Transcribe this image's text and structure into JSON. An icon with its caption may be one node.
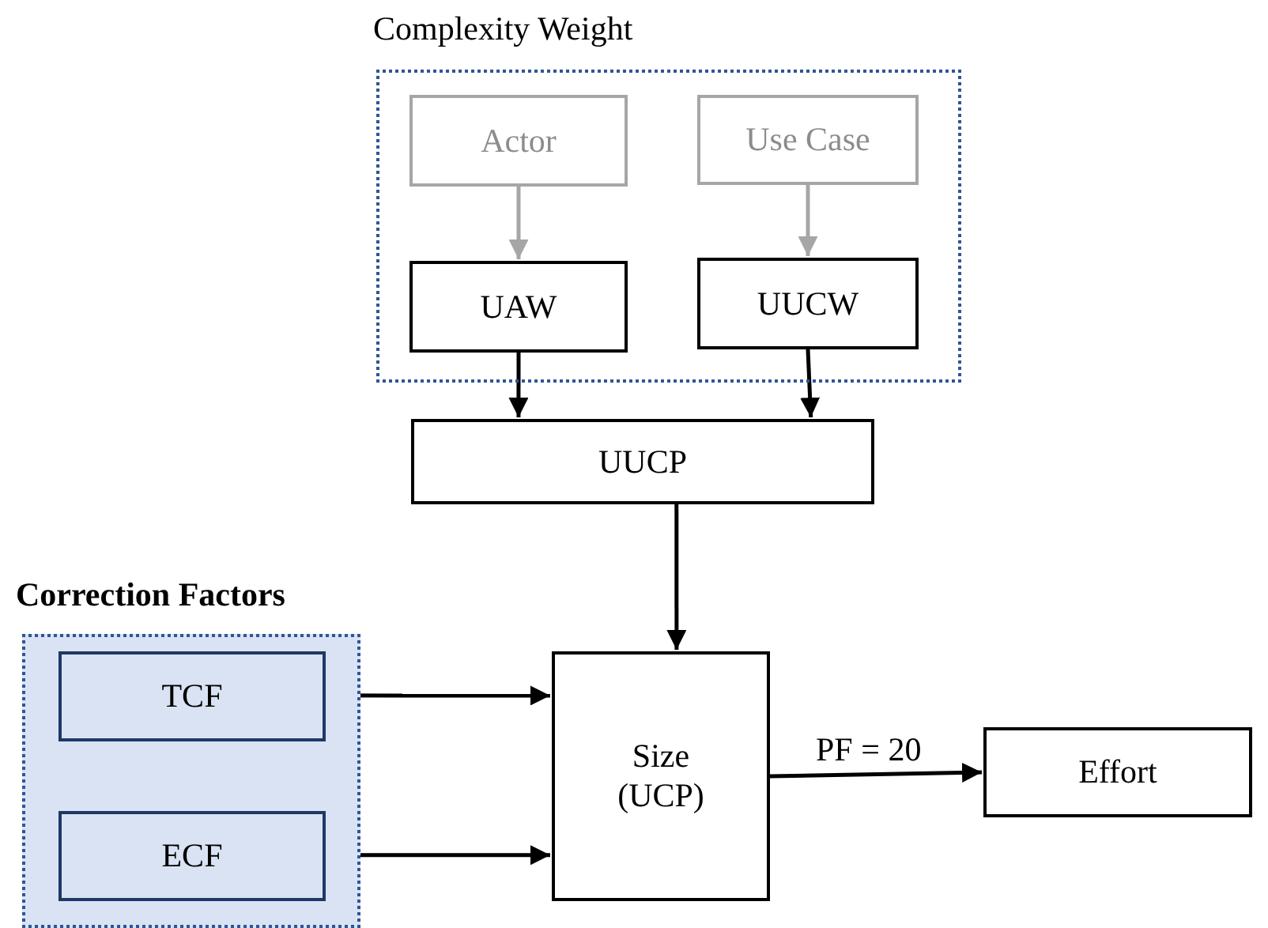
{
  "diagram": {
    "nodes": [
      {
        "text": [
          "Complexity Weight"
        ]
      },
      {
        "text": [
          "Actor"
        ],
        "in": 0
      },
      {
        "text": [
          "Use Case"
        ],
        "in": 0
      },
      {
        "text": [
          "UAW"
        ],
        "in": 0
      },
      {
        "text": [
          "UUCW"
        ],
        "in": 0
      },
      {
        "text": [
          "UUCP"
        ]
      },
      {
        "text": [
          "Correction Factors"
        ]
      },
      {
        "text": [
          "TCF"
        ],
        "in": 6
      },
      {
        "text": [
          "ECF"
        ],
        "in": 6
      },
      {
        "text": [
          "Size (UCP)"
        ]
      },
      {
        "text": [
          "Effort"
        ]
      }
    ],
    "edges": [
      {
        "from": 1,
        "to": 3,
        "arrow": "to",
        "color": "#a6a6a6"
      },
      {
        "from": 2,
        "to": 4,
        "arrow": "to",
        "color": "#a6a6a6"
      },
      {
        "from": 3,
        "to": 5,
        "arrow": "to"
      },
      {
        "from": 4,
        "to": 5,
        "arrow": "to"
      },
      {
        "from": 5,
        "to": 9,
        "arrow": "to"
      },
      {
        "from": 7,
        "to": 9,
        "arrow": "to"
      },
      {
        "from": 8,
        "to": 9,
        "arrow": "to"
      },
      {
        "from": 9,
        "to": 10,
        "arrow": "to",
        "label": "PF = 20"
      }
    ]
  }
}
